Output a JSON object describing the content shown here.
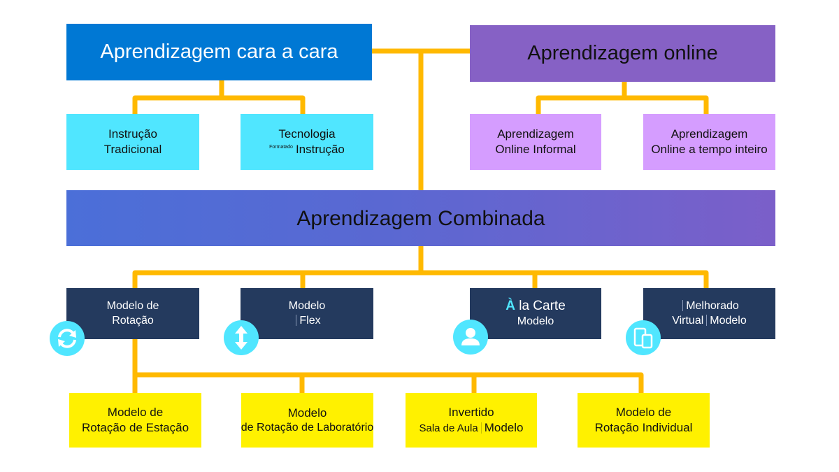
{
  "colors": {
    "connector": "#ffb900",
    "face_to_face": "#0078d4",
    "online": "#8661c5",
    "cyan": "#50e6ff",
    "lilac": "#d59dff",
    "navy": "#243a5e",
    "yellow": "#fff100"
  },
  "top": {
    "face_to_face": "Aprendizagem cara a cara",
    "online": "Aprendizagem online"
  },
  "face_to_face_children": {
    "traditional": [
      "Instrução",
      "Tradicional"
    ],
    "technology": {
      "line1": "Tecnologia",
      "tiny": "Formatado",
      "line2": "Instrução"
    }
  },
  "online_children": {
    "informal": [
      "Aprendizagem",
      "Online Informal"
    ],
    "full_time": [
      "Aprendizagem",
      "Online a tempo inteiro"
    ]
  },
  "blended": "Aprendizagem Combinada",
  "models": {
    "rotation": {
      "lines": [
        "Modelo de",
        "Rotação"
      ],
      "icon": "rotation-arrows-icon"
    },
    "flex": {
      "line1": "Modelo",
      "line2": "Flex",
      "icon": "vertical-arrows-icon"
    },
    "a_la_carte": {
      "accent": "À",
      "rest": "la Carte",
      "line2": "Modelo",
      "icon": "person-icon"
    },
    "enriched": {
      "line1": "Melhorado",
      "line2a": "Virtual",
      "line2b": "Modelo",
      "icon": "devices-icon"
    }
  },
  "rotation_models": {
    "station": [
      "Modelo de",
      "Rotação de Estação"
    ],
    "lab": [
      "Modelo",
      "de Rotação de Laboratório"
    ],
    "flipped": {
      "line1": "Invertido",
      "line2a": "Sala de Aula",
      "line2b": "Modelo"
    },
    "individual": [
      "Modelo de",
      "Rotação Individual"
    ]
  }
}
